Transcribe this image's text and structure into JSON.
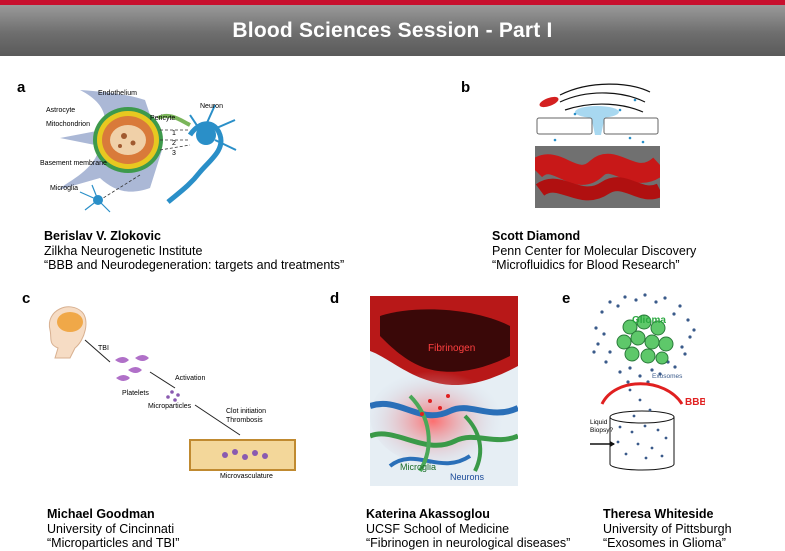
{
  "header": {
    "title": "Blood Sciences Session - Part I"
  },
  "panels": [
    {
      "letter": "a",
      "speaker": {
        "name": "Berislav V. Zlokovic",
        "affiliation": "Zilkha Neurogenetic Institute",
        "talk": "“BBB and Neurodegeneration: targets and treatments”"
      },
      "figure_labels": {
        "endothelium": "Endothelium",
        "astrocyte": "Astrocyte",
        "mitochondrion": "Mitochondrion",
        "neuron": "Neuron",
        "pericyte": "Pericyte",
        "basement": "Basement membrane",
        "microglia": "Microglia",
        "n1": "1",
        "n2": "2",
        "n3": "3"
      }
    },
    {
      "letter": "b",
      "speaker": {
        "name": "Scott Diamond",
        "affiliation": "Penn Center for Molecular Discovery",
        "talk": "“Microfluidics for Blood Research”"
      }
    },
    {
      "letter": "c",
      "speaker": {
        "name": "Michael Goodman",
        "affiliation": "University of Cincinnati",
        "talk": "“Microparticles and TBI”"
      },
      "figure_labels": {
        "tbi": "TBI",
        "platelets": "Platelets",
        "activation": "Activation",
        "microparticles": "Microparticles",
        "clot": "Clot initiation",
        "thrombosis": "Thrombosis",
        "microvasculature": "Microvasculature"
      }
    },
    {
      "letter": "d",
      "speaker": {
        "name": "Katerina Akassoglou",
        "affiliation": "UCSF School of Medicine",
        "talk": "“Fibrinogen in neurological diseases”"
      },
      "figure_labels": {
        "fibrinogen": "Fibrinogen",
        "microglia": "Microglia",
        "neurons": "Neurons"
      }
    },
    {
      "letter": "e",
      "speaker": {
        "name": "Theresa Whiteside",
        "affiliation": "University of Pittsburgh",
        "talk": "“Exosomes in Glioma”"
      },
      "figure_labels": {
        "glioma": "Glioma",
        "exosomes": "Exosomes",
        "bbb": "BBB",
        "liquid": "Liquid",
        "biopsy": "Biopsy?"
      }
    }
  ]
}
